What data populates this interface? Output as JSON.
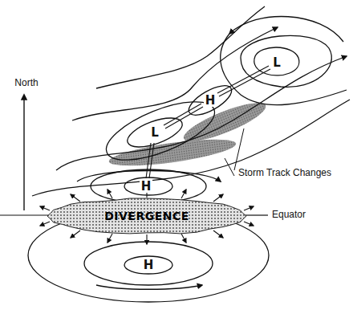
{
  "diagram": {
    "nodes": [
      {
        "text": [
          "DIVERGENCE"
        ]
      }
    ],
    "labels": [
      "L",
      "North",
      "H",
      "L",
      "Storm Track Changes",
      "H",
      "Equator",
      "H"
    ]
  }
}
